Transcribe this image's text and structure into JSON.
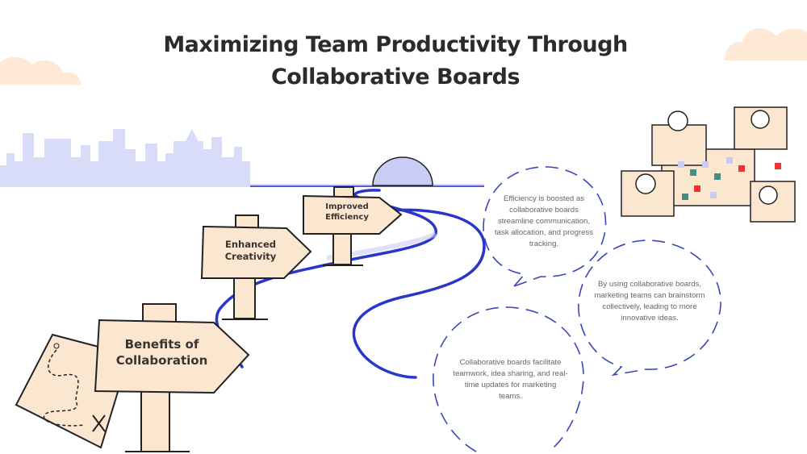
{
  "title": "Maximizing Team Productivity Through Collaborative Boards",
  "signs": [
    {
      "label_line1": "Benefits of",
      "label_line2": "Collaboration"
    },
    {
      "label_line1": "Enhanced",
      "label_line2": "Creativity"
    },
    {
      "label_line1": "Improved",
      "label_line2": "Efficiency"
    }
  ],
  "bubbles": [
    {
      "text": "Efficiency is boosted as collaborative boards streamline communication, task allocation, and progress tracking."
    },
    {
      "text": "By using collaborative boards, marketing teams can brainstorm collectively, leading to more innovative ideas."
    },
    {
      "text": "Collaborative boards facilitate teamwork, idea sharing, and real-time updates for marketing teams."
    }
  ],
  "colors": {
    "road": "#2a35c9",
    "sign_fill": "#fbe6d0",
    "skyline": "#d9dcf8",
    "cloud": "#fde9d6",
    "bubble_stroke": "#3a45c0"
  }
}
